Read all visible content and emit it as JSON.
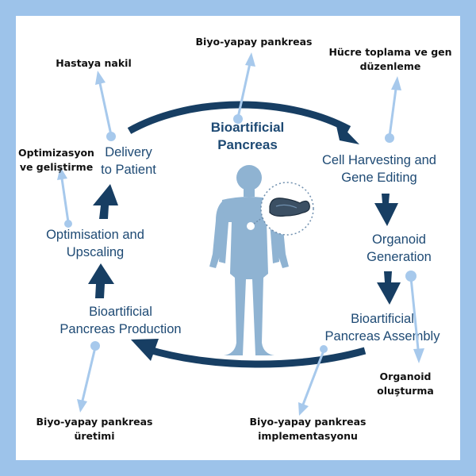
{
  "title": {
    "line1": "Bioartificial",
    "line2": "Pancreas"
  },
  "stages": {
    "cell_harvesting": {
      "line1": "Cell Harvesting and",
      "line2": "Gene Editing"
    },
    "organoid_generation": {
      "line1": "Organoid",
      "line2": "Generation"
    },
    "assembly": {
      "line1": "Bioartificial",
      "line2": "Pancreas Assembly"
    },
    "production": {
      "line1": "Bioartificial",
      "line2": "Pancreas Production"
    },
    "optimisation": {
      "line1": "Optimisation and",
      "line2": "Upscaling"
    },
    "delivery": {
      "line1": "Delivery",
      "line2": "to Patient"
    }
  },
  "annotations": {
    "biyo_yapay_pankreas": "Biyo-yapay pankreas",
    "hucre_toplama": {
      "line1": "Hücre toplama ve gen",
      "line2": "düzenleme"
    },
    "hastaya_nakil": "Hastaya nakil",
    "optimizasyon": {
      "line1": "Optimizasyon",
      "line2": "ve geliştirme"
    },
    "organoid_olusturma": {
      "line1": "Organoid",
      "line2": "oluşturma"
    },
    "uretimi": {
      "line1": "Biyo-yapay pankreas",
      "line2": "üretimi"
    },
    "implementasyonu": {
      "line1": "Biyo-yapay pankreas",
      "line2": "implementasyonu"
    }
  },
  "colors": {
    "frame": "#9dc3ea",
    "cycle_arrow": "#173e63",
    "stage_text": "#1e4a74",
    "callout": "#a7c9ec",
    "body": "#8fb3d2",
    "pancreas": "#3b4f63"
  }
}
